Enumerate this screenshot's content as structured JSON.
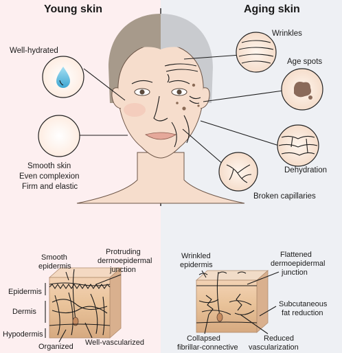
{
  "young": {
    "title": "Young skin",
    "well_hydrated": "Well-hydrated",
    "smooth_skin": "Smooth skin",
    "even_complexion": "Even complexion",
    "firm_elastic": "Firm and elastic",
    "smooth_epidermis_1": "Smooth",
    "smooth_epidermis_2": "epidermis",
    "protruding_1": "Protruding",
    "protruding_2": "dermoepidermal",
    "protruding_3": "junction",
    "epidermis": "Epidermis",
    "dermis": "Dermis",
    "hypodermis": "Hypodermis",
    "organized": "Organized",
    "well_vascularized": "Well-vascularized"
  },
  "aging": {
    "title": "Aging skin",
    "wrinkles": "Wrinkles",
    "age_spots": "Age spots",
    "dehydration": "Dehydration",
    "broken_capillaries": "Broken capillaries",
    "wrinkled_1": "Wrinkled",
    "wrinkled_2": "epidermis",
    "flattened_1": "Flattened",
    "flattened_2": "dermoepidermal",
    "flattened_3": "junction",
    "subcutaneous_1": "Subcutaneous",
    "subcutaneous_2": "fat reduction",
    "collapsed_1": "Collapsed",
    "collapsed_2": "fibrillar-connective",
    "reduced_1": "Reduced",
    "reduced_2": "vascularization"
  },
  "colors": {
    "young_bg": "#fdeff0",
    "aging_bg": "#eef0f4",
    "skin": "#f6ddcc",
    "hair_young": "#a79a8b",
    "hair_aging": "#c9cbcf",
    "water_drop": "#6ec6e6",
    "capillary": "#b0222a"
  },
  "icons": [
    "water-drop-icon",
    "wrinkle-lines-icon",
    "age-spot-icon",
    "dry-skin-icon",
    "capillary-icon"
  ]
}
